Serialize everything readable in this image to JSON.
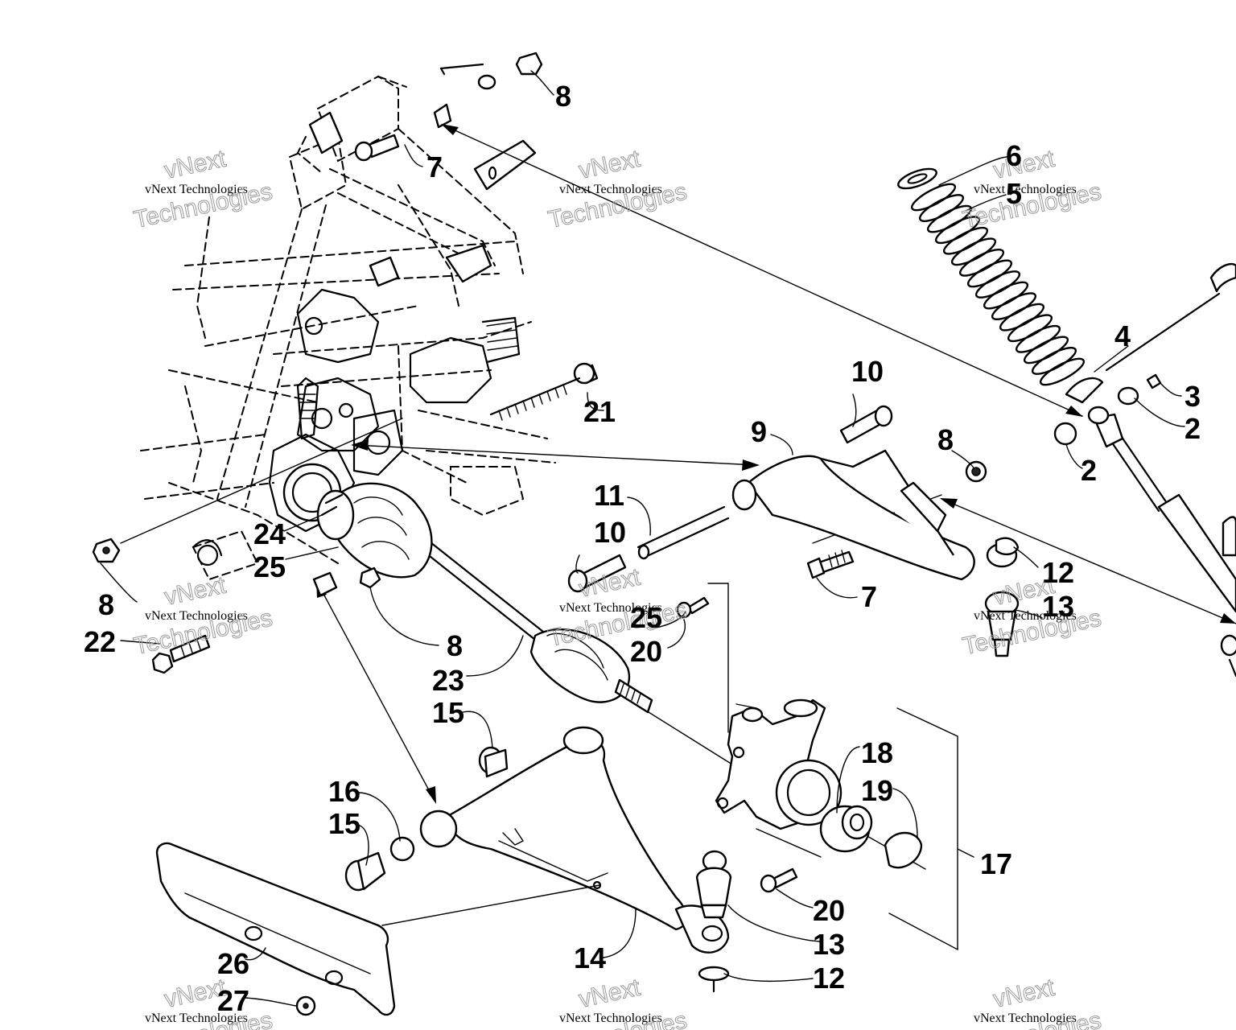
{
  "diagram": {
    "callouts": [
      {
        "id": "c8a",
        "text": "8"
      },
      {
        "id": "c7a",
        "text": "7"
      },
      {
        "id": "c6",
        "text": "6"
      },
      {
        "id": "c5",
        "text": "5"
      },
      {
        "id": "c4",
        "text": "4"
      },
      {
        "id": "c3",
        "text": "3"
      },
      {
        "id": "c2a",
        "text": "2"
      },
      {
        "id": "c2b",
        "text": "2"
      },
      {
        "id": "c10a",
        "text": "10"
      },
      {
        "id": "c21",
        "text": "21"
      },
      {
        "id": "c9",
        "text": "9"
      },
      {
        "id": "c8b",
        "text": "8"
      },
      {
        "id": "c11",
        "text": "11"
      },
      {
        "id": "c10b",
        "text": "10"
      },
      {
        "id": "c12a",
        "text": "12"
      },
      {
        "id": "c13a",
        "text": "13"
      },
      {
        "id": "c7b",
        "text": "7"
      },
      {
        "id": "c24",
        "text": "24"
      },
      {
        "id": "c25a",
        "text": "25"
      },
      {
        "id": "c8c",
        "text": "8"
      },
      {
        "id": "c22",
        "text": "22"
      },
      {
        "id": "c25b",
        "text": "25"
      },
      {
        "id": "c20a",
        "text": "20"
      },
      {
        "id": "c8d",
        "text": "8"
      },
      {
        "id": "c23",
        "text": "23"
      },
      {
        "id": "c15a",
        "text": "15"
      },
      {
        "id": "c18",
        "text": "18"
      },
      {
        "id": "c19",
        "text": "19"
      },
      {
        "id": "c16",
        "text": "16"
      },
      {
        "id": "c15b",
        "text": "15"
      },
      {
        "id": "c17",
        "text": "17"
      },
      {
        "id": "c20b",
        "text": "20"
      },
      {
        "id": "c13b",
        "text": "13"
      },
      {
        "id": "c14",
        "text": "14"
      },
      {
        "id": "c26",
        "text": "26"
      },
      {
        "id": "c12b",
        "text": "12"
      },
      {
        "id": "c27",
        "text": "27"
      }
    ],
    "watermark": {
      "line1": "vNext",
      "line2": "vNext Technologies",
      "line3": "Technologies"
    }
  }
}
